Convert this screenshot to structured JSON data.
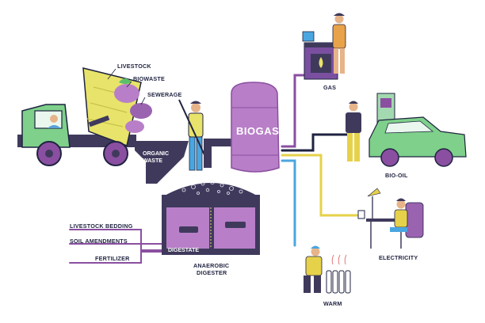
{
  "labels": {
    "livestock": "LIVESTOCK",
    "biowaste": "BIOWASTE",
    "sewerage": "SEWERAGE",
    "organic_waste_1": "ORGANIC",
    "organic_waste_2": "WASTE",
    "biogas": "BIOGAS",
    "gas": "GAS",
    "bio_oil": "BIO-OIL",
    "electricity": "ELECTRICITY",
    "warm": "WARM",
    "digestate": "DIGESTATE",
    "anaerobic_1": "ANAEROBIC",
    "anaerobic_2": "DIGESTER",
    "livestock_bedding": "LIVESTOCK BEDDING",
    "soil_amendments": "SOIL AMENDMENTS",
    "fertilizer": "FERTILIZER"
  },
  "colors": {
    "tank": "#b87fc8",
    "tank_dark": "#8a4fa0",
    "digester": "#3f3a5c",
    "truck": "#7ed08a",
    "dump_bed": "#e8e36a",
    "pipe_yellow": "#e6d24a",
    "pipe_blue": "#4aa6e0",
    "pipe_purple": "#8a4fa0",
    "ink": "#1f2340"
  }
}
